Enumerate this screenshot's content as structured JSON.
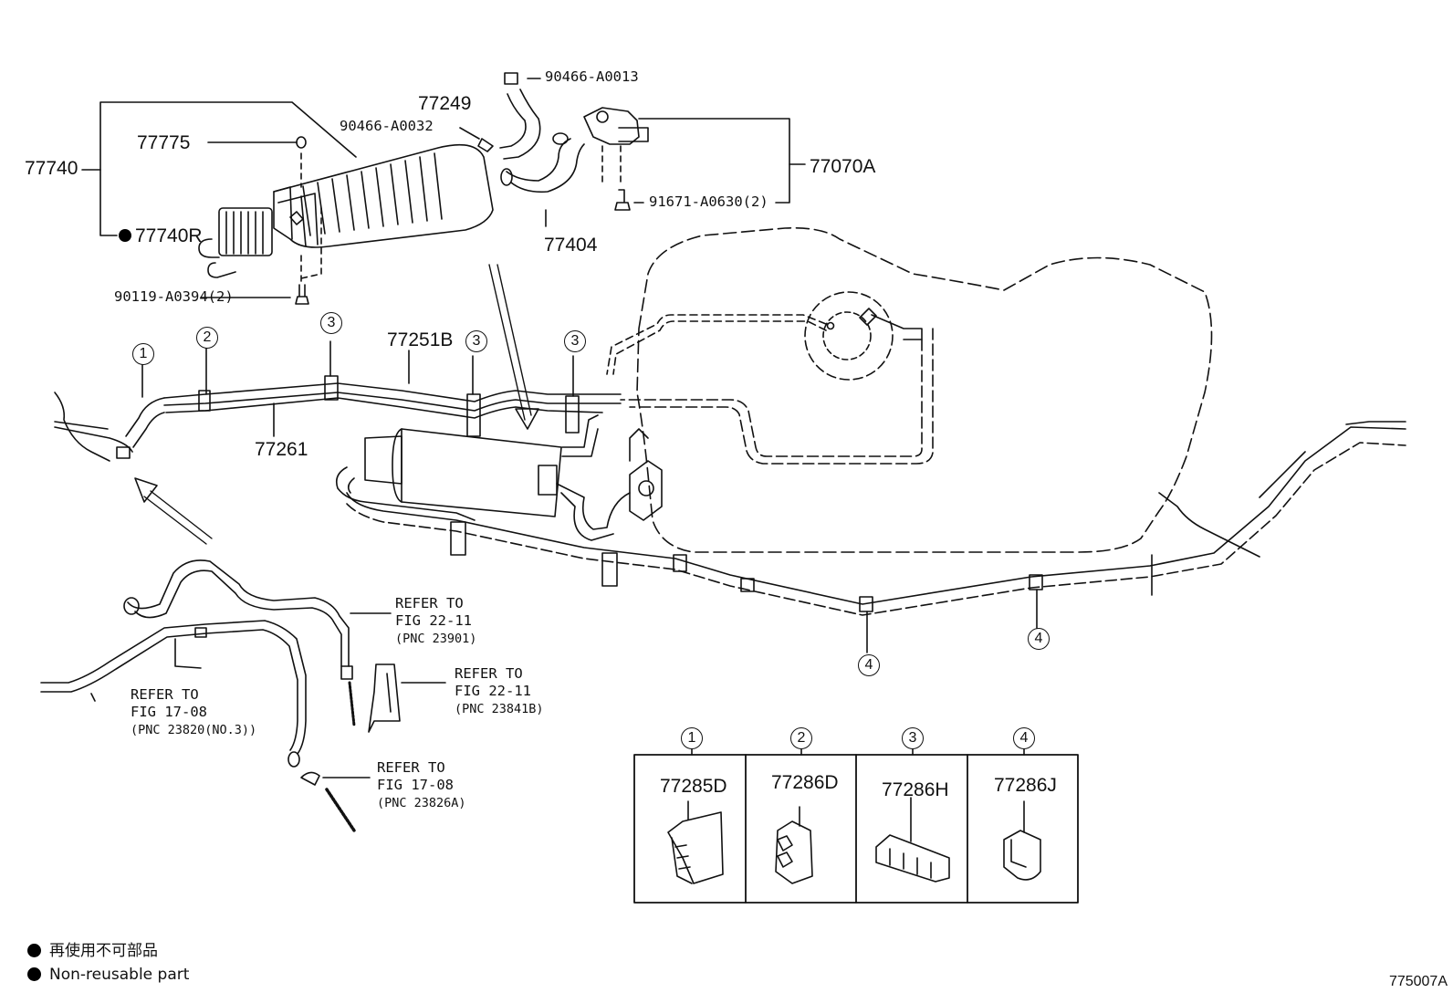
{
  "parts": {
    "p77740": "77740",
    "p77775": "77775",
    "p77740R": "77740R",
    "p90466_a0032": "90466-A0032",
    "p77249": "77249",
    "p90466_a0013": "90466-A0013",
    "p77070A": "77070A",
    "p91671": "91671-A0630(2)",
    "p77404": "77404",
    "p90119": "90119-A0394(2)",
    "p77251B": "77251B",
    "p77261": "77261"
  },
  "callouts": {
    "c1": "1",
    "c2": "2",
    "c3a": "3",
    "c3b": "3",
    "c3c": "3",
    "c4a": "4",
    "c4b": "4"
  },
  "refers": {
    "r1": {
      "line1": "REFER TO",
      "line2": "FIG 22-11",
      "pnc": "(PNC 23901)"
    },
    "r2": {
      "line1": "REFER TO",
      "line2": "FIG 22-11",
      "pnc": "(PNC 23841B)"
    },
    "r3": {
      "line1": "REFER TO",
      "line2": "FIG 17-08",
      "pnc": "(PNC 23820(NO.3))"
    },
    "r4": {
      "line1": "REFER TO",
      "line2": "FIG 17-08",
      "pnc": "(PNC 23826A)"
    }
  },
  "clip_table": {
    "headers": [
      "1",
      "2",
      "3",
      "4"
    ],
    "parts": [
      "77285D",
      "77286D",
      "77286H",
      "77286J"
    ]
  },
  "legend": {
    "japanese": "再使用不可部品",
    "english": "Non-reusable part"
  },
  "diagram_code": "775007A"
}
